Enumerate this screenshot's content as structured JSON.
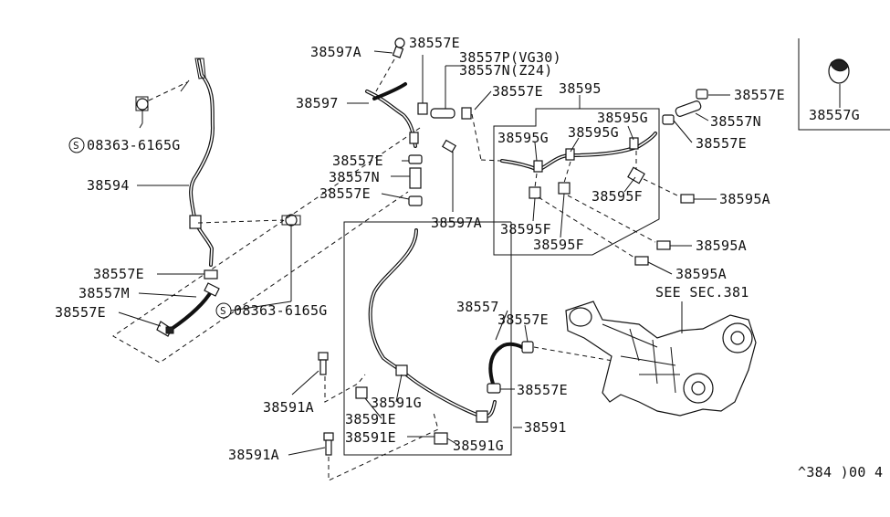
{
  "labels": {
    "l38597A_top": "38597A",
    "l38557E_top": "38557E",
    "l38557P": "38557P(VG30)",
    "l38557N_z24": "38557N(Z24)",
    "l38597": "38597",
    "l38557E_mid": "38557E",
    "l38595": "38595",
    "l38595G_a": "38595G",
    "l38595G_b": "38595G",
    "l38595G_c": "38595G",
    "l38595F_a": "38595F",
    "l38595F_b": "38595F",
    "l38595F_c": "38595F",
    "l38557E_c1": "38557E",
    "l38557N_c": "38557N",
    "l38557E_c2": "38557E",
    "l38557E_r1": "38557E",
    "l38557N_r": "38557N",
    "l38557E_r2": "38557E",
    "l38597A_mid": "38597A",
    "l38595A_1": "38595A",
    "l38595A_2": "38595A",
    "l38595A_3": "38595A",
    "l08363_top": "08363-6165G",
    "l38594": "38594",
    "l38557E_l1": "38557E",
    "l38557M": "38557M",
    "l38557E_l2": "38557E",
    "l08363_bot": "08363-6165G",
    "l38557": "38557",
    "l38557E_h1": "38557E",
    "l38557E_h2": "38557E",
    "see_sec": "SEE SEC.381",
    "l38591G_a": "38591G",
    "l38591E_a": "38591E",
    "l38591E_b": "38591E",
    "l38591G_b": "38591G",
    "l38591": "38591",
    "l38591A_1": "38591A",
    "l38591A_2": "38591A",
    "l38557G": "38557G",
    "s_mark_1": "S",
    "s_mark_2": "S",
    "ref_code": "^384 )00 4"
  }
}
